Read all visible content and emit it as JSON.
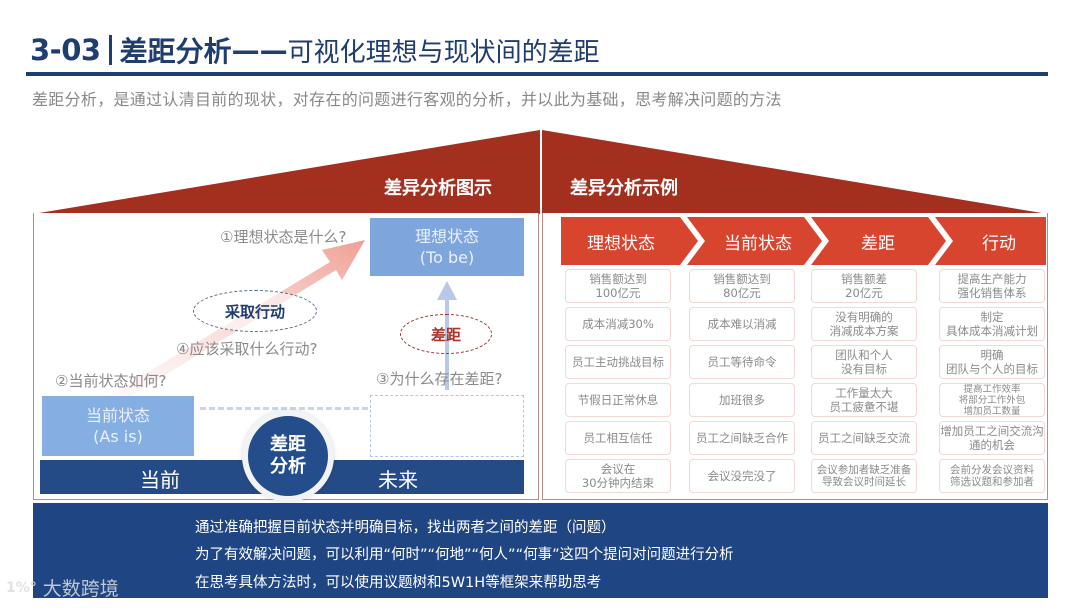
{
  "header": {
    "number": "3-03",
    "title_main": "差距分析",
    "title_dash": "——",
    "title_sub": "可视化理想与现状间的差距",
    "subtitle": "差距分析，是通过认清目前的现状，对存在的问题进行客观的分析，并以此为基础，思考解决问题的方法"
  },
  "roof": {
    "left_label": "差异分析图示",
    "right_label": "差异分析示例",
    "color": "#a3301f"
  },
  "diagram": {
    "q1": "①理想状态是什么?",
    "q2": "②当前状态如何?",
    "q3": "③为什么存在差距?",
    "q4": "④应该采取什么行动?",
    "tobe_line1": "理想状态",
    "tobe_line2": "(To be)",
    "asis_line1": "当前状态",
    "asis_line2": "(As is)",
    "action_oval": "采取行动",
    "gap_oval": "差距",
    "circle_line1": "差距",
    "circle_line2": "分析",
    "bar_now": "当前",
    "bar_future": "未来",
    "colors": {
      "box_blue": "#7fa6dc",
      "bar_navy": "#254b86",
      "arrow_pink": "#f0a9a0",
      "gap_red": "#b0322a"
    }
  },
  "example_table": {
    "headers": [
      "理想状态",
      "当前状态",
      "差距",
      "行动"
    ],
    "header_color": "#d8452e",
    "rows": [
      [
        "销售额达到\n100亿元",
        "销售额达到\n80亿元",
        "销售额差\n20亿元",
        "提高生产能力\n强化销售体系"
      ],
      [
        "成本消减30%",
        "成本难以消减",
        "没有明确的\n消减成本方案",
        "制定\n具体成本消减计划"
      ],
      [
        "员工主动挑战目标",
        "员工等待命令",
        "团队和个人\n没有目标",
        "明确\n团队与个人的目标"
      ],
      [
        "节假日正常休息",
        "加班很多",
        "工作量太大\n员工疲惫不堪",
        "提高工作效率\n将部分工作外包\n增加员工数量"
      ],
      [
        "员工相互信任",
        "员工之间缺乏合作",
        "员工之间缺乏交流",
        "增加员工之间交流沟\n通的机会"
      ],
      [
        "会议在\n30分钟内结束",
        "会议没完没了",
        "会议参加者缺乏准备\n导致会议时间延长",
        "会前分发会议资料\n筛选议题和参加者"
      ]
    ]
  },
  "footer": {
    "lines": [
      "通过准确把握目前状态并明确目标，找出两者之间的差距（问题）",
      "为了有效解决问题，可以利用“何时”“何地”“何人”“何事”这四个提问对问题进行分析",
      "在思考具体方法时，可以使用议题树和5W1H等框架来帮助思考"
    ],
    "color": "#1f4682"
  },
  "watermark": {
    "logo": "1%°",
    "text": "大数跨境"
  }
}
